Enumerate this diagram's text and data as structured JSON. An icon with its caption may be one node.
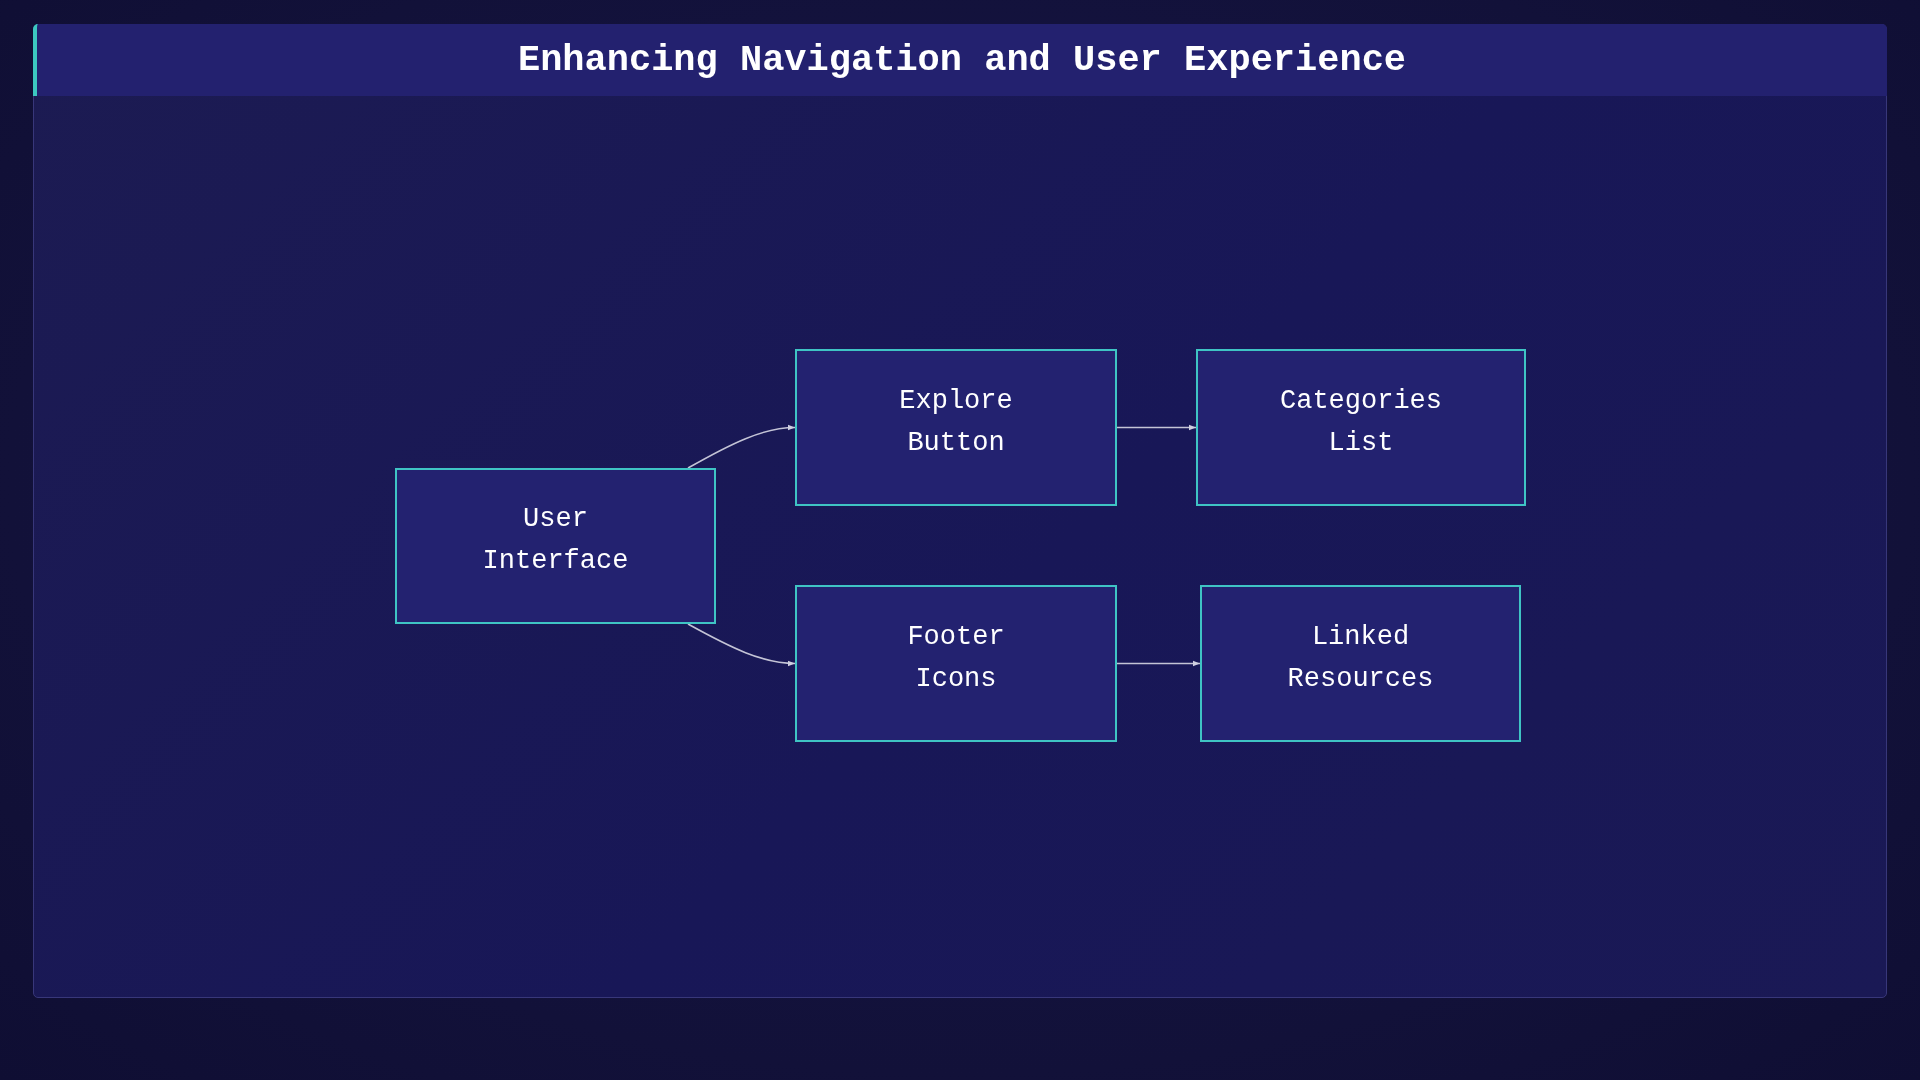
{
  "diagram": {
    "title": "Enhancing Navigation and User Experience",
    "nodes": [
      {
        "text": [
          "User Interface"
        ]
      },
      {
        "text": [
          "Explore Button"
        ]
      },
      {
        "text": [
          "Categories List"
        ]
      },
      {
        "text": [
          "Footer Icons"
        ]
      },
      {
        "text": [
          "Linked Resources"
        ]
      }
    ],
    "edges": [
      {
        "from": 0,
        "to": 1,
        "arrow": "to"
      },
      {
        "from": 0,
        "to": 3,
        "arrow": "to"
      },
      {
        "from": 1,
        "to": 2,
        "arrow": "to"
      },
      {
        "from": 3,
        "to": 4,
        "arrow": "to"
      }
    ]
  }
}
